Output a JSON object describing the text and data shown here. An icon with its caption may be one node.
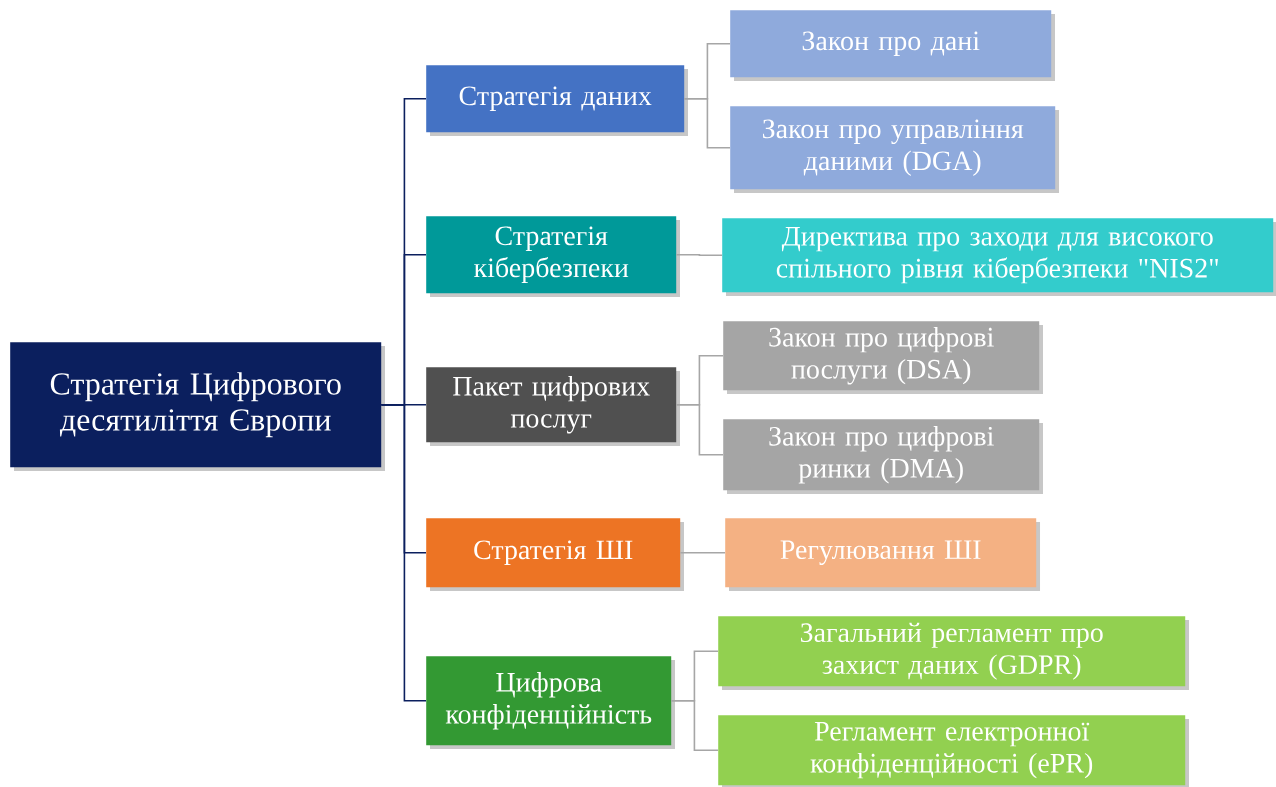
{
  "diagram": {
    "nodes": [
      {
        "text": [
          "Стратегія Цифрового десятиліття Європи"
        ]
      },
      {
        "text": [
          "Стратегія даних"
        ]
      },
      {
        "text": [
          "Закон про дані"
        ]
      },
      {
        "text": [
          "Закон про управління даними (DGA)"
        ]
      },
      {
        "text": [
          "Стратегія кібербезпеки"
        ]
      },
      {
        "text": [
          "Директива про заходи для високого спільного рівня кібербезпеки \"NIS2\""
        ]
      },
      {
        "text": [
          "Пакет цифрових послуг"
        ]
      },
      {
        "text": [
          "Закон про цифрові послуги (DSA)"
        ]
      },
      {
        "text": [
          "Закон про цифрові ринки (DMA)"
        ]
      },
      {
        "text": [
          "Стратегія ШІ"
        ]
      },
      {
        "text": [
          "Регулювання ШІ"
        ]
      },
      {
        "text": [
          "Цифрова конфіденційність"
        ]
      },
      {
        "text": [
          "Загальний регламент про захист даних (GDPR)"
        ]
      },
      {
        "text": [
          "Регламент електронної конфіденційності (ePR)"
        ]
      }
    ],
    "edges": [
      {
        "from": 0,
        "to": 1,
        "arrow": "none",
        "color": "#0b1f5e"
      },
      {
        "from": 0,
        "to": 4,
        "arrow": "none",
        "color": "#0b1f5e"
      },
      {
        "from": 0,
        "to": 6,
        "arrow": "none",
        "color": "#0b1f5e"
      },
      {
        "from": 0,
        "to": 9,
        "arrow": "none",
        "color": "#0b1f5e"
      },
      {
        "from": 0,
        "to": 11,
        "arrow": "none",
        "color": "#0b1f5e"
      },
      {
        "from": 1,
        "to": 2,
        "arrow": "none"
      },
      {
        "from": 1,
        "to": 3,
        "arrow": "none"
      },
      {
        "from": 4,
        "to": 5,
        "arrow": "none"
      },
      {
        "from": 6,
        "to": 7,
        "arrow": "none"
      },
      {
        "from": 6,
        "to": 8,
        "arrow": "none"
      },
      {
        "from": 9,
        "to": 10,
        "arrow": "none"
      },
      {
        "from": 11,
        "to": 12,
        "arrow": "none"
      },
      {
        "from": 11,
        "to": 13,
        "arrow": "none"
      }
    ]
  }
}
